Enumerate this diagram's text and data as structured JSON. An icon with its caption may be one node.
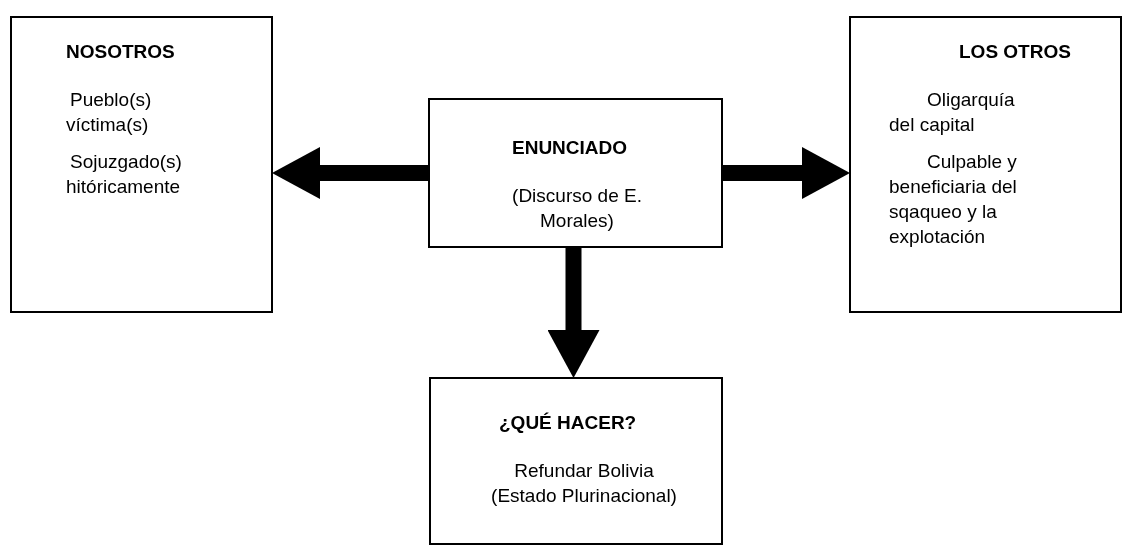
{
  "diagram": {
    "nodes": [
      {
        "text": [
          "NOSOTROS",
          "Pueblo(s) víctima(s)",
          "Sojuzgado(s) hitóricamente"
        ]
      },
      {
        "text": [
          "ENUNCIADO",
          "(Discurso de E. Morales)"
        ]
      },
      {
        "text": [
          "LOS OTROS",
          "Oligarquía del capital",
          "Culpable y beneficiaria del sqaqueo y la explotación"
        ]
      },
      {
        "text": [
          "¿QUÉ HACER?",
          "Refundar Bolivia (Estado Plurinacional)"
        ]
      }
    ],
    "edges": [
      {
        "from": 1,
        "to": 0,
        "arrow": "to"
      },
      {
        "from": 1,
        "to": 2,
        "arrow": "to"
      },
      {
        "from": 1,
        "to": 3,
        "arrow": "to"
      }
    ]
  }
}
